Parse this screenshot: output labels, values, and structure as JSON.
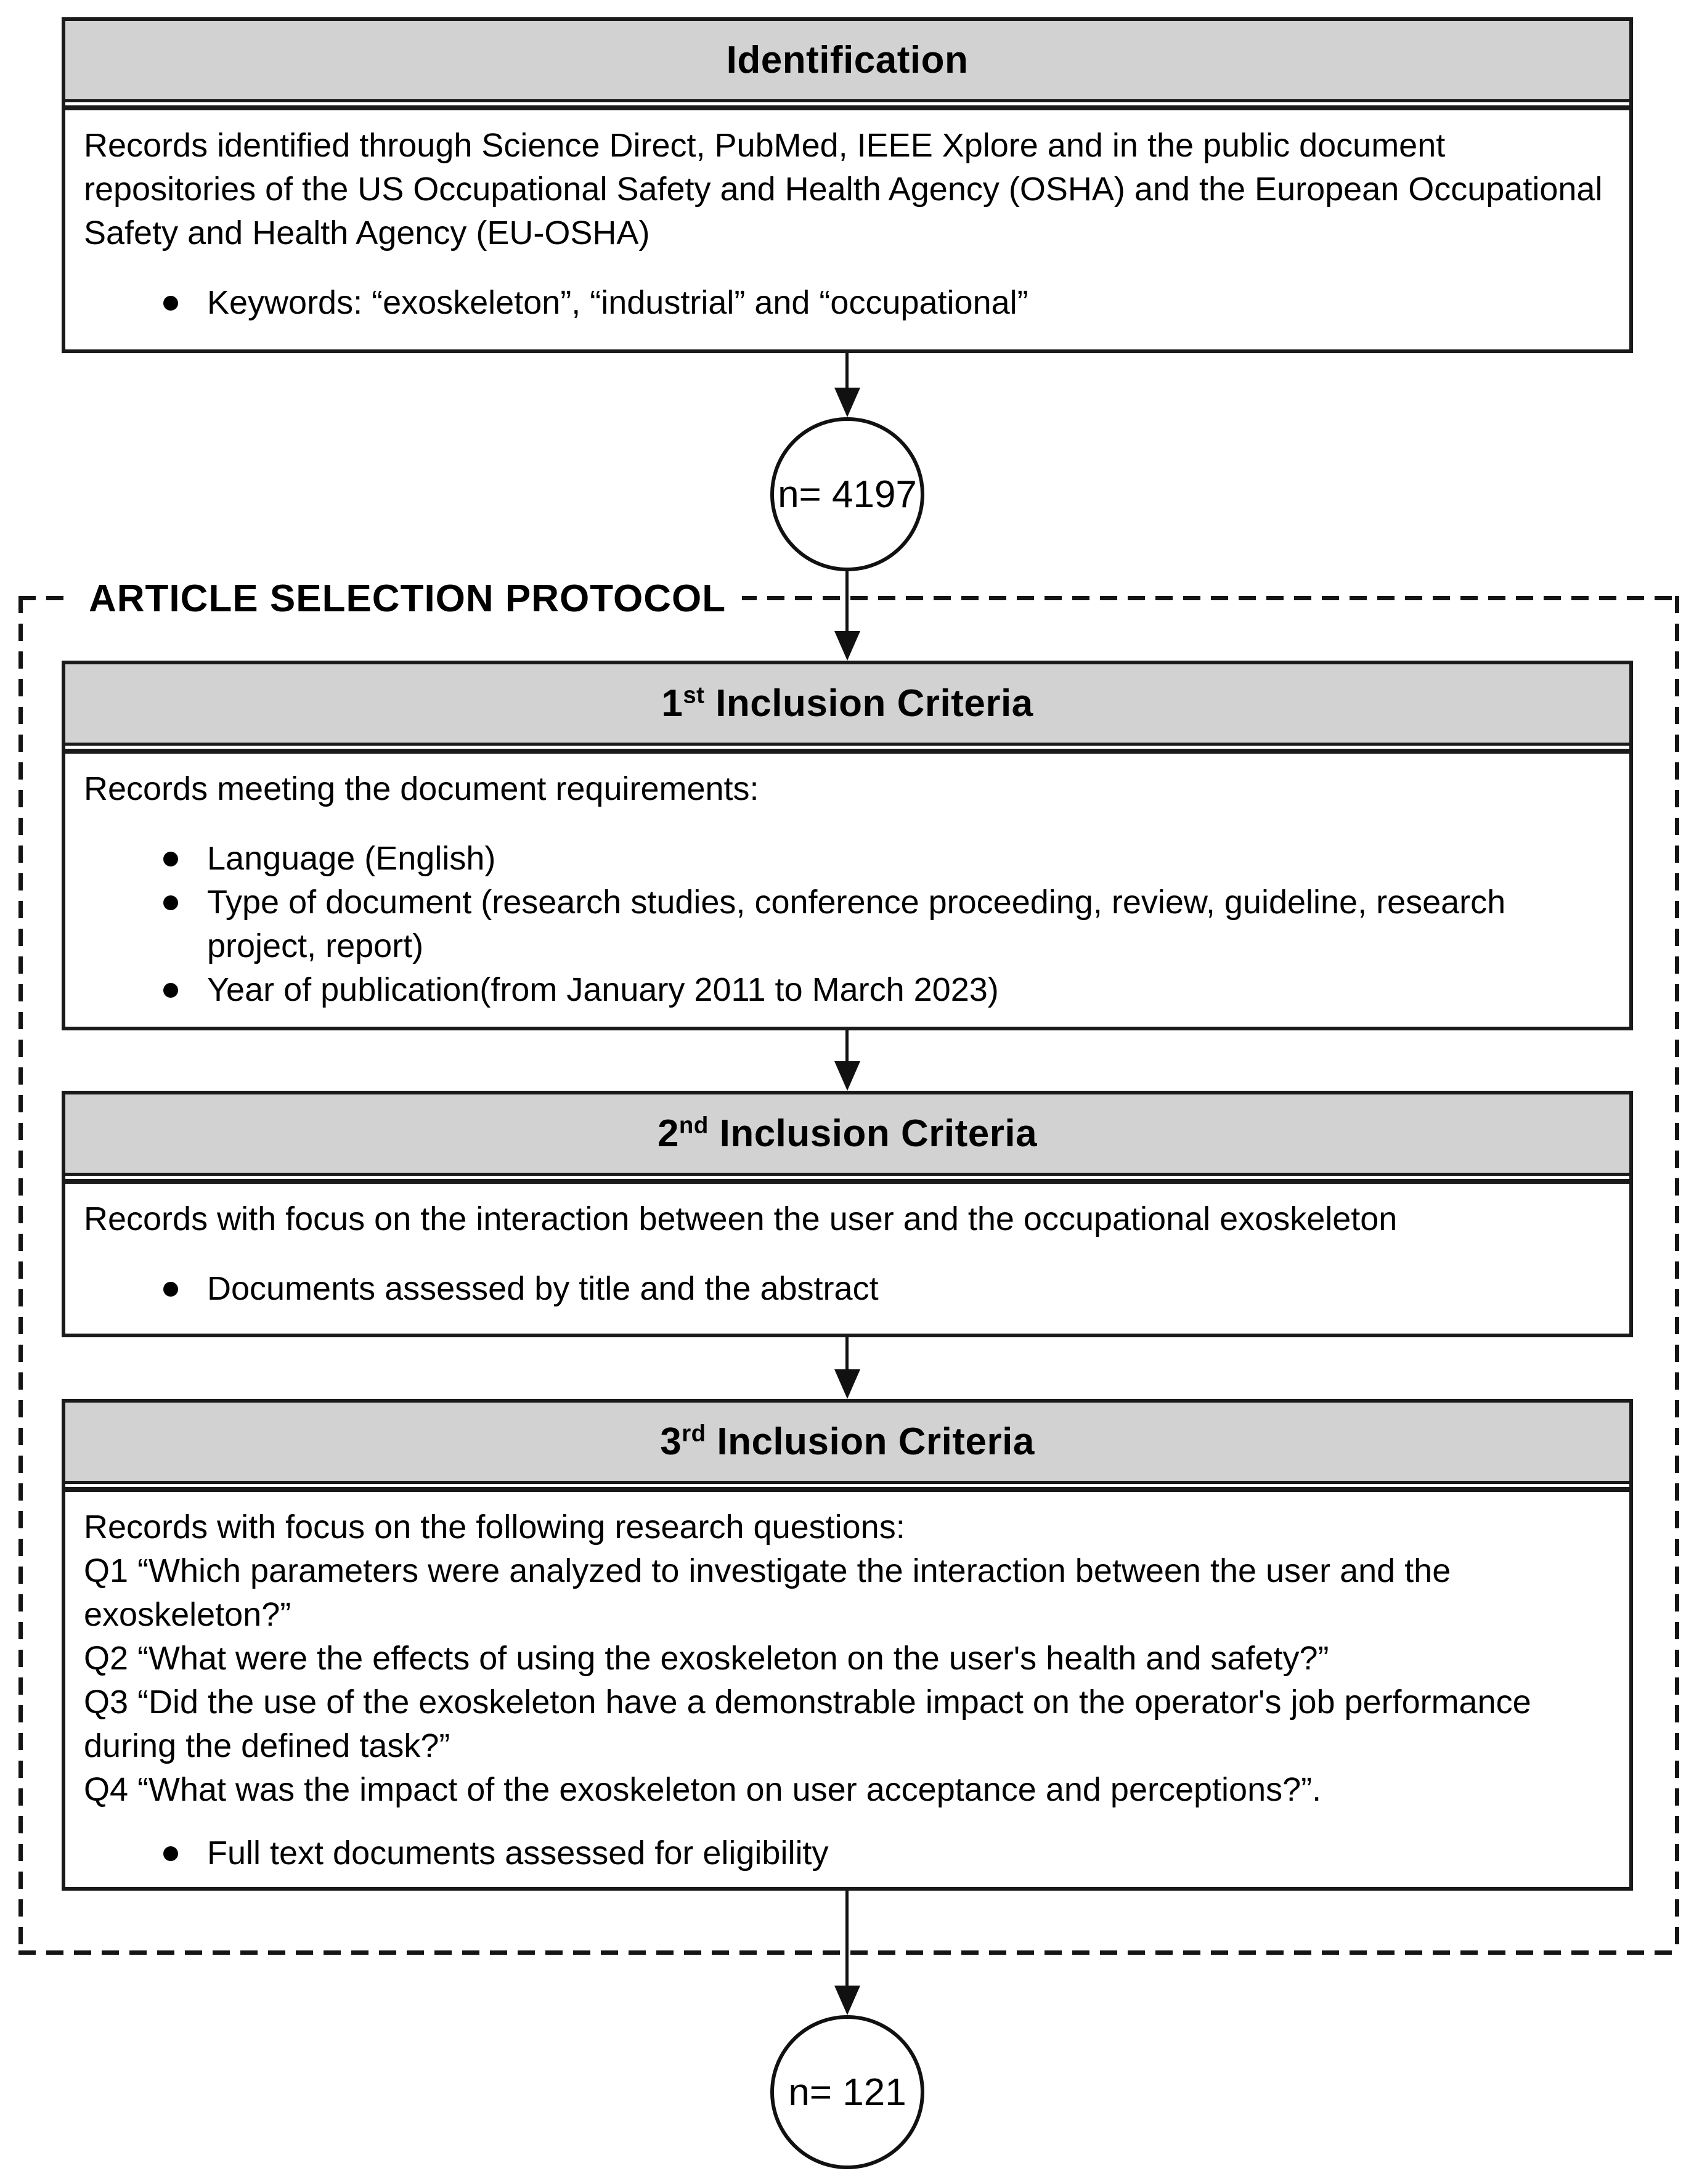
{
  "colors": {
    "background": "#ffffff",
    "box_border": "#1a1a1a",
    "header_fill": "#d2d2d2",
    "dash_border": "#141414",
    "arrow": "#111111",
    "text": "#000000"
  },
  "identification": {
    "title": "Identification",
    "body": "Records identified through Science Direct, PubMed, IEEE Xplore and in the public document repositories of the US Occupational Safety and Health Agency (OSHA) and the European Occupational Safety and Health Agency (EU-OSHA)",
    "bullets": [
      "Keywords: “exoskeleton”, “industrial” and “occupational”"
    ]
  },
  "counts": {
    "initial": "n= 4197",
    "final": "n= 121"
  },
  "protocol": {
    "label": "ARTICLE SELECTION PROTOCOL"
  },
  "criteria": [
    {
      "title_num": "1",
      "title_sup": "st",
      "title_rest": " Inclusion Criteria",
      "intro": "Records meeting the document requirements:",
      "bullets": [
        "Language (English)",
        "Type of document (research studies, conference proceeding, review, guideline, research project, report)",
        "Year of publication(from January 2011 to March 2023)"
      ]
    },
    {
      "title_num": "2",
      "title_sup": "nd",
      "title_rest": " Inclusion Criteria",
      "intro": "Records with focus on the interaction between the user and the occupational exoskeleton",
      "bullets": [
        "Documents assessed by title and the abstract"
      ]
    },
    {
      "title_num": "3",
      "title_sup": "rd",
      "title_rest": " Inclusion Criteria",
      "intro": "Records with focus on the following research questions:",
      "questions": [
        "Q1 “Which parameters were analyzed to investigate the interaction between the user and the exoskeleton?”",
        "Q2 “What were the effects of using the exoskeleton on the user's health and safety?”",
        "Q3 “Did the use of the exoskeleton have a demonstrable impact on the operator's job performance during the defined task?”",
        "Q4 “What was the impact of the exoskeleton on user acceptance and perceptions?”."
      ],
      "bullets": [
        "Full text documents assessed for eligibility"
      ]
    }
  ]
}
